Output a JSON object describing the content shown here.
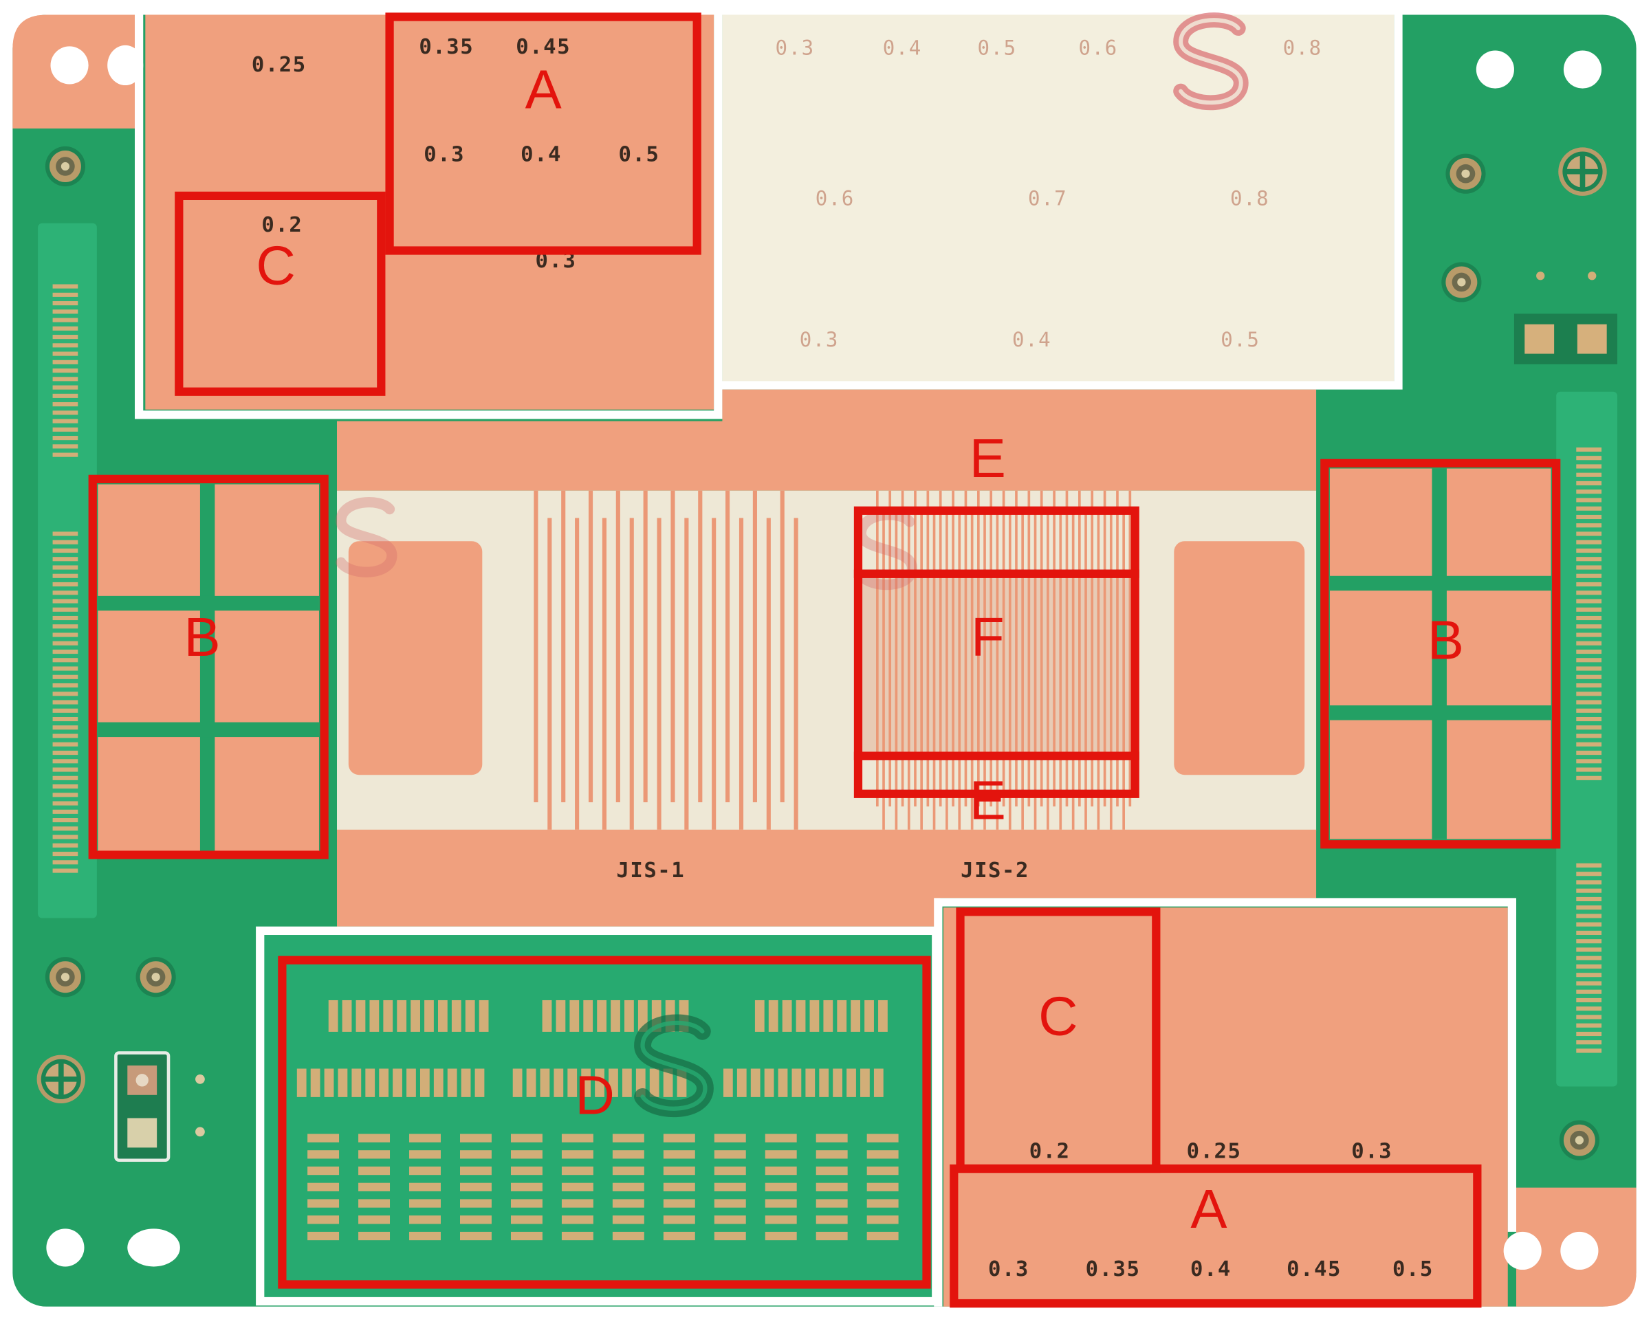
{
  "colors": {
    "solder_mask": "#23a064",
    "copper": "#f0a07e",
    "laminate": "#f3efde",
    "gold": "#d2ae78",
    "annotation": "#e3140d"
  },
  "top_left_block": {
    "box_a_label": "A",
    "box_c_label": "C",
    "box_a_upper_values": [
      "0.35",
      "0.45"
    ],
    "box_a_lower_values": [
      "0.3",
      "0.4",
      "0.5"
    ],
    "outside_values": [
      "0.25",
      "0.3"
    ],
    "box_c_value": "0.2"
  },
  "top_right_block": {
    "row1_values": [
      "0.3",
      "0.4",
      "0.5",
      "0.6",
      "0.8"
    ],
    "row2_values": [
      "0.6",
      "0.7",
      "0.8"
    ],
    "row3_values": [
      "0.3",
      "0.4",
      "0.5"
    ]
  },
  "center_block": {
    "box_e_upper_label": "E",
    "box_f_label": "F",
    "box_e_lower_label": "E",
    "trace_labels": [
      "JIS-1",
      "JIS-2"
    ]
  },
  "left_block": {
    "box_b_label": "B"
  },
  "right_block": {
    "box_b_label": "B"
  },
  "bottom_left_block": {
    "box_d_label": "D"
  },
  "bottom_right_block": {
    "box_c_label": "C",
    "box_a_label": "A",
    "upper_values": [
      "0.2",
      "0.25",
      "0.3"
    ],
    "lower_values": [
      "0.3",
      "0.35",
      "0.4",
      "0.45",
      "0.5"
    ]
  }
}
